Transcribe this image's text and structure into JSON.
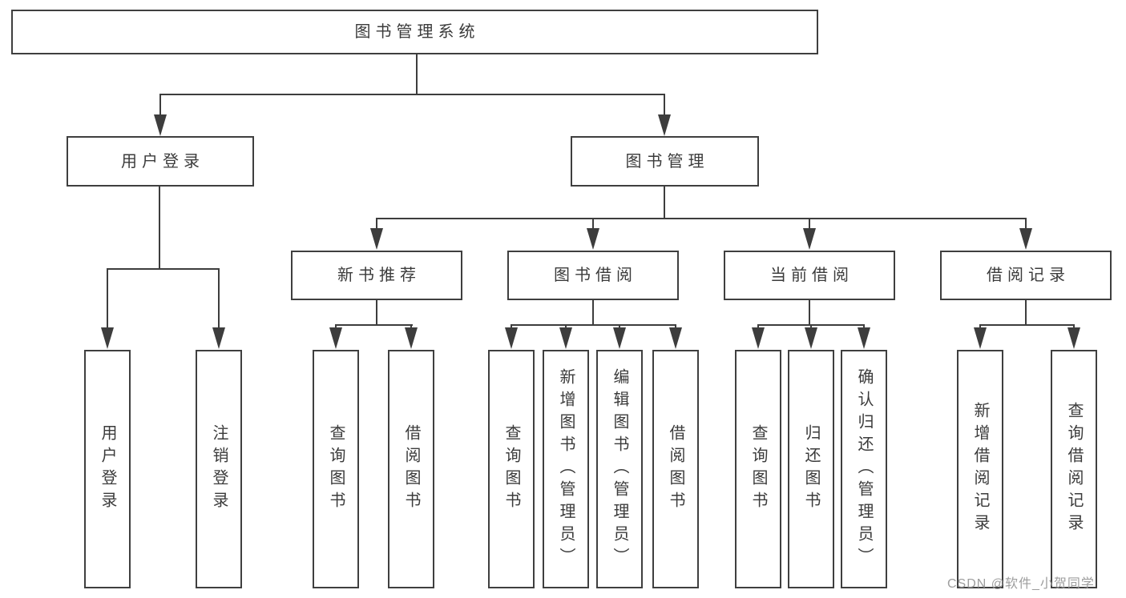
{
  "tree": {
    "label": "图书管理系统",
    "children": [
      {
        "label": "用户登录",
        "children": [
          {
            "label": "用户登录"
          },
          {
            "label": "注销登录"
          }
        ]
      },
      {
        "label": "图书管理",
        "children": [
          {
            "label": "新书推荐",
            "children": [
              {
                "label": "查询图书"
              },
              {
                "label": "借阅图书"
              }
            ]
          },
          {
            "label": "图书借阅",
            "children": [
              {
                "label": "查询图书"
              },
              {
                "label": "新增图书（管理员）"
              },
              {
                "label": "编辑图书（管理员）"
              },
              {
                "label": "借阅图书"
              }
            ]
          },
          {
            "label": "当前借阅",
            "children": [
              {
                "label": "查询图书"
              },
              {
                "label": "归还图书"
              },
              {
                "label": "确认归还（管理员）"
              }
            ]
          },
          {
            "label": "借阅记录",
            "children": [
              {
                "label": "新增借阅记录"
              },
              {
                "label": "查询借阅记录"
              }
            ]
          }
        ]
      }
    ]
  },
  "watermark": {
    "text": "CSDN @软件_小贺同学"
  },
  "colors": {
    "line": "#3d3d3d",
    "border": "#3f3f3f",
    "text": "#3b3b3b",
    "watermark": "#989898",
    "background": "#ffffff"
  }
}
